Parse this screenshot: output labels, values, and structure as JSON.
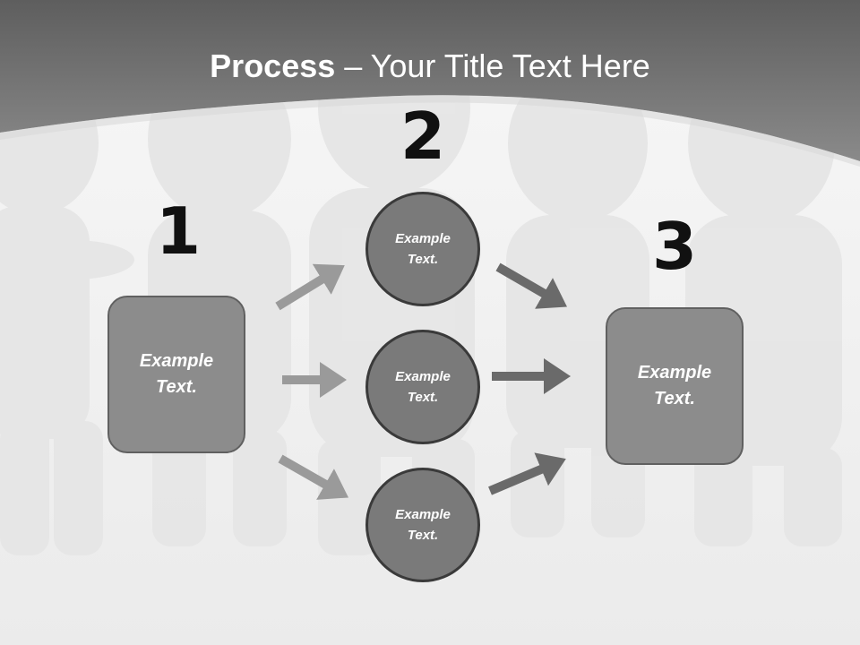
{
  "title": {
    "bold": "Process",
    "rest": " – Your Title Text Here"
  },
  "steps": [
    {
      "number": "1"
    },
    {
      "number": "2"
    },
    {
      "number": "3"
    }
  ],
  "box_left": {
    "line1": "Example",
    "line2": "Text."
  },
  "circles": [
    {
      "line1": "Example",
      "line2": "Text."
    },
    {
      "line1": "Example",
      "line2": "Text."
    },
    {
      "line1": "Example",
      "line2": "Text."
    }
  ],
  "box_right": {
    "line1": "Example",
    "line2": "Text."
  },
  "colors": {
    "header": "#6e6e6e",
    "box": "#8c8c8c",
    "circle": "#7a7a7a",
    "arrow_light": "#9a9a9a",
    "arrow_dark": "#6a6a6a"
  }
}
